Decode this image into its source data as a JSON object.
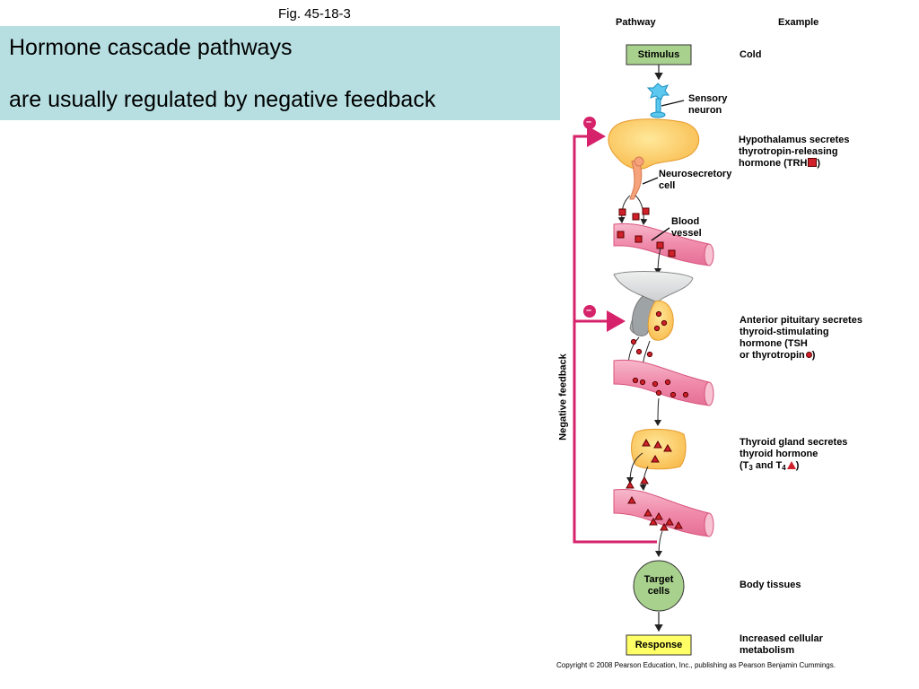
{
  "figure": {
    "label": "Fig. 45-18-3"
  },
  "banner": {
    "line1": "Hormone cascade pathways",
    "line2": "are usually regulated by negative feedback"
  },
  "headers": {
    "pathway": "Pathway",
    "example": "Example"
  },
  "pathway": {
    "stimulus": "Stimulus",
    "sensory_neuron": [
      "Sensory",
      "neuron"
    ],
    "neurosecretory_cell": [
      "Neurosecretory",
      "cell"
    ],
    "blood_vessel": [
      "Blood",
      "vessel"
    ],
    "target_cells": [
      "Target",
      "cells"
    ],
    "response": "Response",
    "negative_feedback": "Negative feedback",
    "minus_sign": "–"
  },
  "examples": {
    "cold": "Cold",
    "hypothalamus": [
      "Hypothalamus secretes",
      "thyrotropin-releasing",
      "hormone (TRH",
      ")"
    ],
    "anterior_pituitary": [
      "Anterior pituitary secretes",
      "thyroid-stimulating",
      "hormone (TSH",
      "or thyrotropin",
      ")"
    ],
    "thyroid": [
      "Thyroid gland secretes",
      "thyroid hormone",
      "(T",
      "3",
      " and T",
      "4",
      ")"
    ],
    "body_tissues": "Body tissues",
    "metabolism": [
      "Increased cellular",
      "metabolism"
    ]
  },
  "colors": {
    "banner": "#b7dfe2",
    "feedback": "#d6226a",
    "stimulus_box": "#a9d18e",
    "response_box": "#ffff66",
    "target_cells": "#a9d18e",
    "vessel": "#f39bb8",
    "hormone": "#d0202a"
  },
  "copyright": "Copyright © 2008 Pearson Education, Inc., publishing as Pearson Benjamin Cummings."
}
